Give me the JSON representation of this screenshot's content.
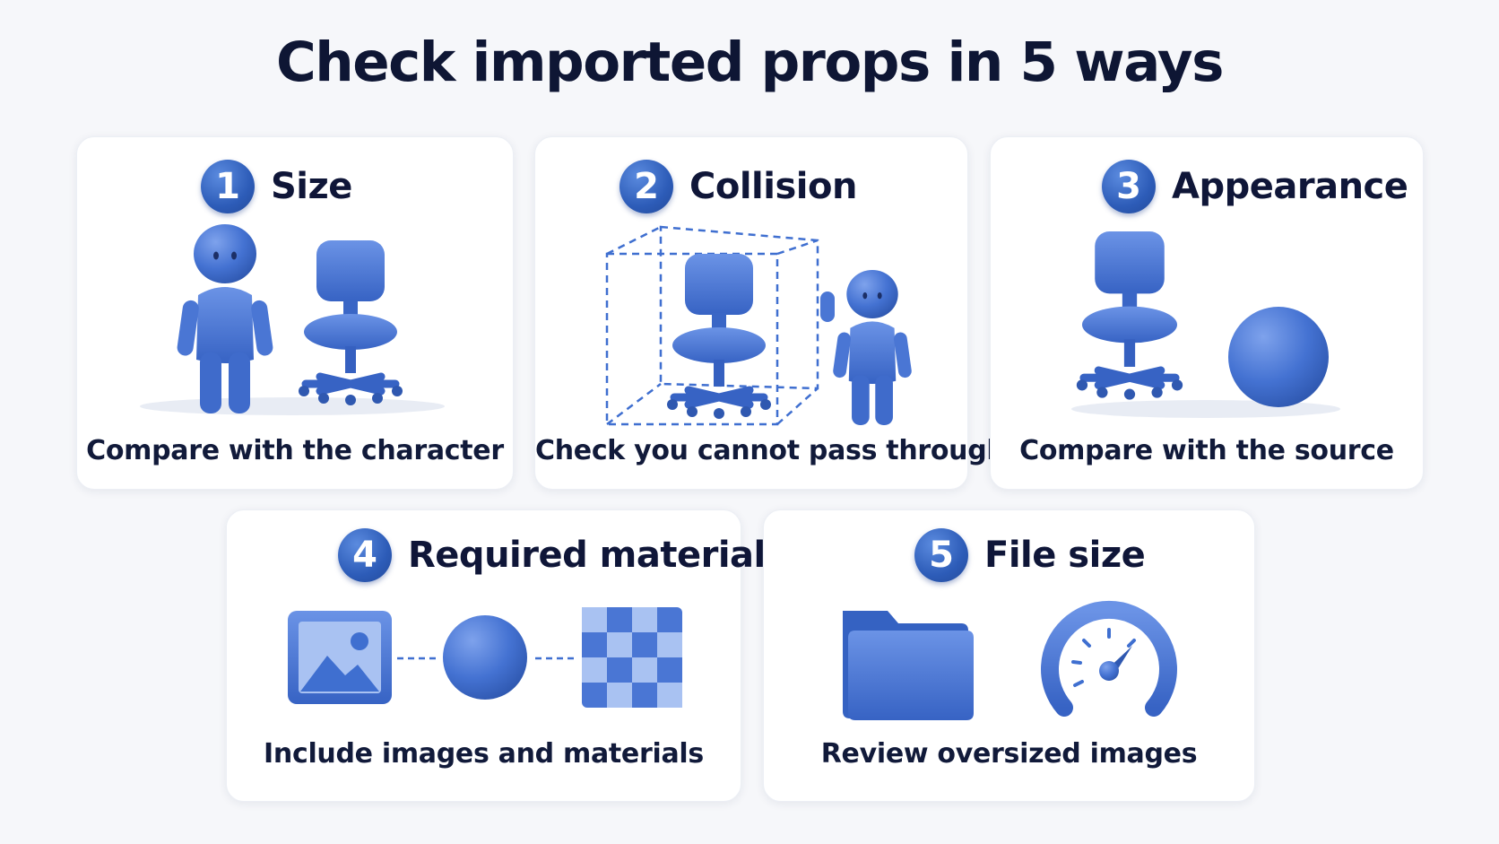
{
  "title": "Check imported props in 5 ways",
  "cards": [
    {
      "number": "1",
      "label": "Size",
      "caption": "Compare with the character"
    },
    {
      "number": "2",
      "label": "Collision",
      "caption": "Check you cannot pass through"
    },
    {
      "number": "3",
      "label": "Appearance",
      "caption": "Compare with the source"
    },
    {
      "number": "4",
      "label": "Required materials",
      "caption": "Include images and materials"
    },
    {
      "number": "5",
      "label": "File size",
      "caption": "Review oversized images"
    }
  ],
  "colors": {
    "accent": "#3f6fd0",
    "title": "#0e1634",
    "background": "#f6f7fa"
  }
}
